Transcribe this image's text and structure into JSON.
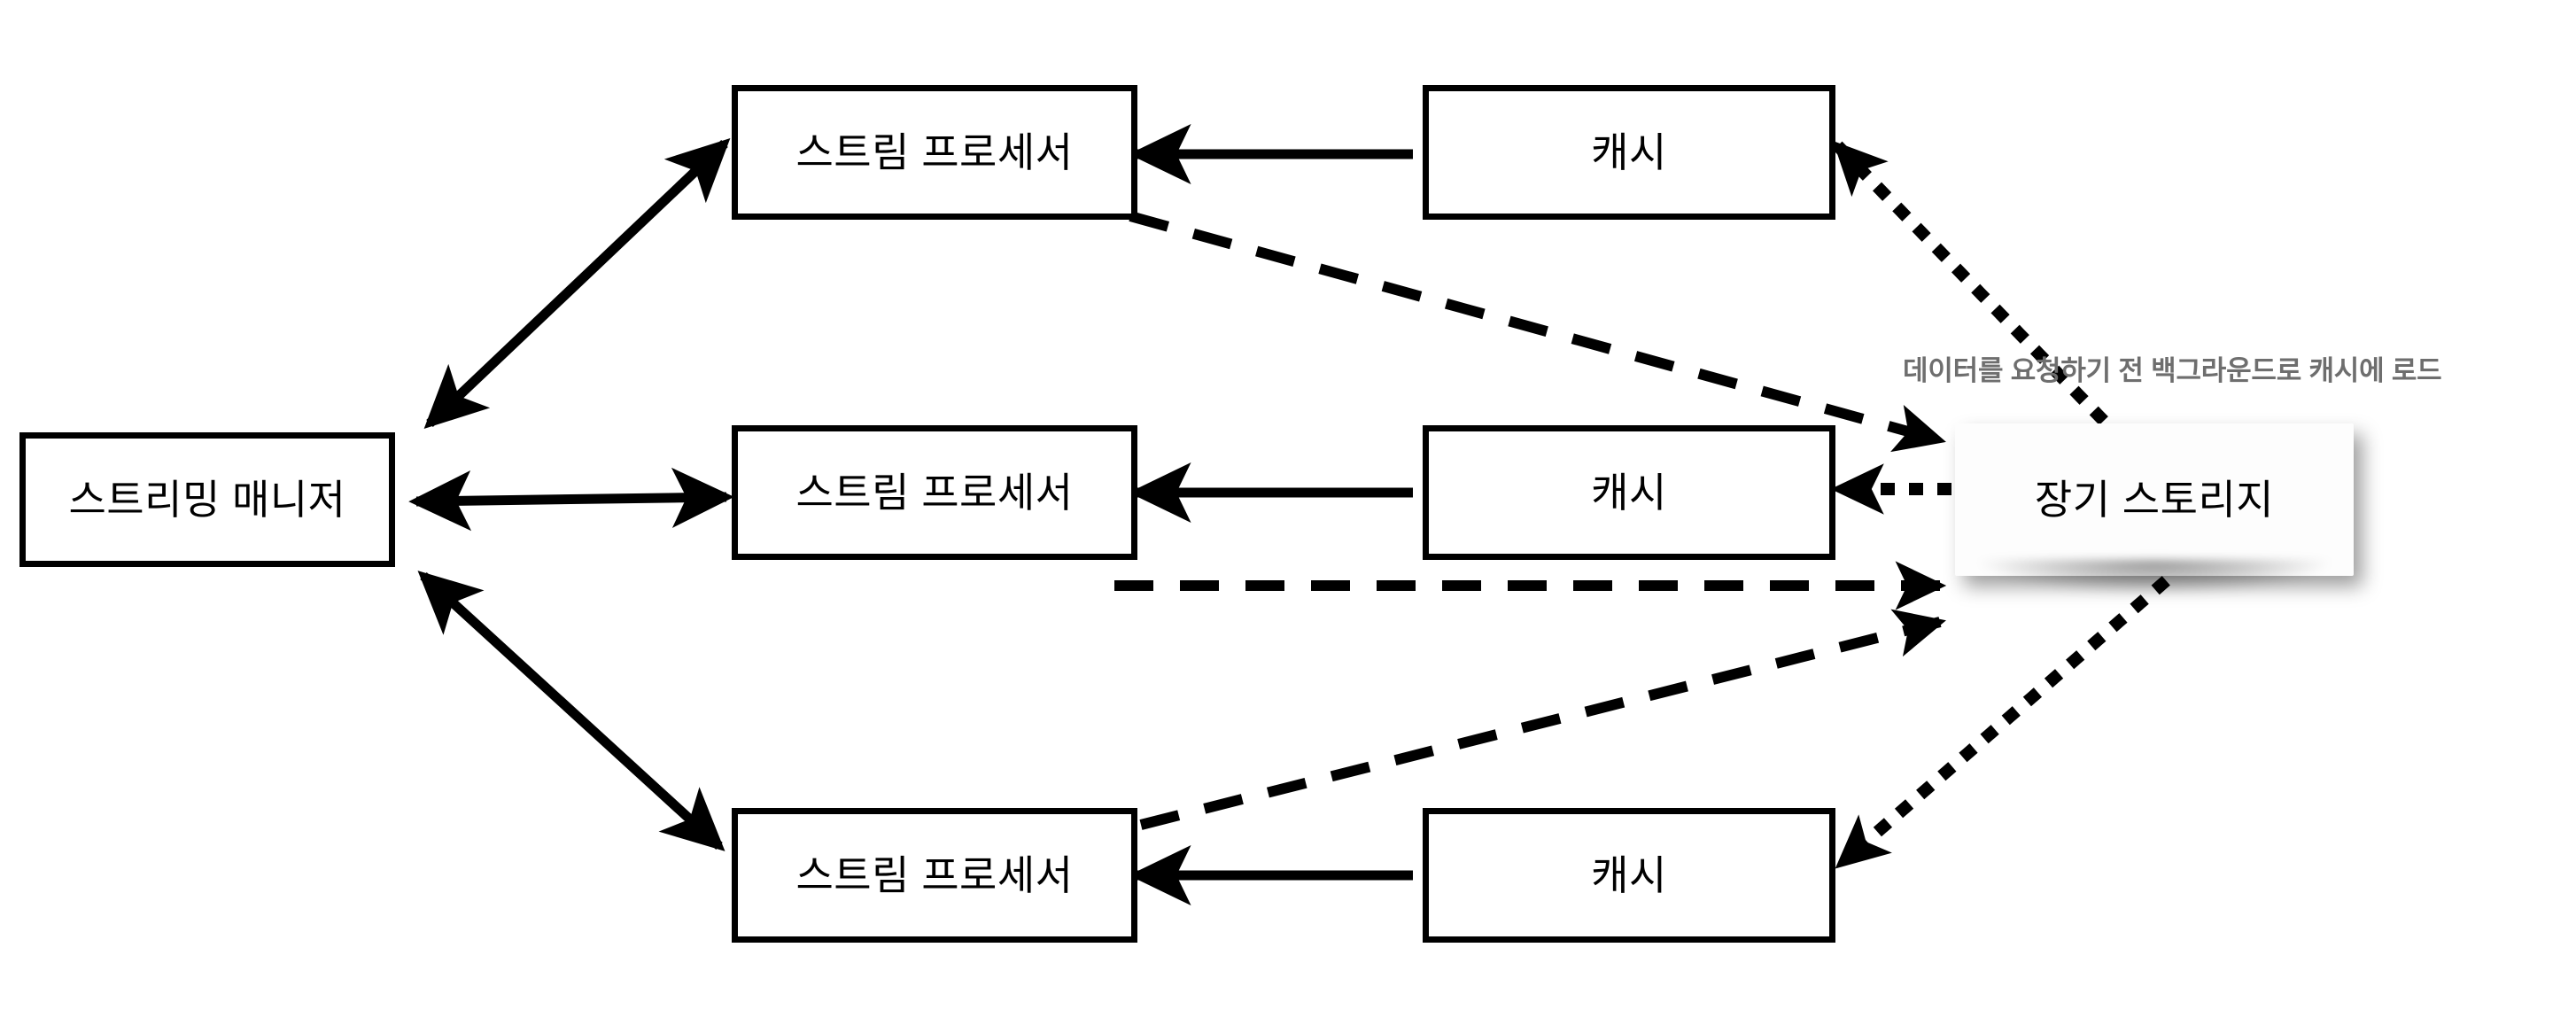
{
  "diagram": {
    "title_text": "",
    "background_color": "#ffffff",
    "stroke_color": "#000000",
    "annotation_color": "#6e6e6e",
    "nodes": {
      "streaming_manager": {
        "label": "스트리밍 매니저"
      },
      "stream_processor_1": {
        "label": "스트림 프로세서"
      },
      "stream_processor_2": {
        "label": "스트림 프로세서"
      },
      "stream_processor_3": {
        "label": "스트림 프로세서"
      },
      "cache_1": {
        "label": "캐시"
      },
      "cache_2": {
        "label": "캐시"
      },
      "cache_3": {
        "label": "캐시"
      },
      "long_term_storage": {
        "label": "장기 스토리지"
      }
    },
    "annotations": {
      "prefetch_note": "데이터를 요청하기 전 백그라운드로 캐시에 로드"
    },
    "edges": [
      {
        "name": "manager-to-processor-1",
        "style": "solid",
        "arrows": "both"
      },
      {
        "name": "manager-to-processor-2",
        "style": "solid",
        "arrows": "both"
      },
      {
        "name": "manager-to-processor-3",
        "style": "solid",
        "arrows": "both"
      },
      {
        "name": "cache-1-to-processor-1",
        "style": "solid",
        "arrows": "end"
      },
      {
        "name": "cache-2-to-processor-2",
        "style": "solid",
        "arrows": "end"
      },
      {
        "name": "cache-3-to-processor-3",
        "style": "solid",
        "arrows": "end"
      },
      {
        "name": "processor-1-to-storage",
        "style": "dashed",
        "arrows": "end"
      },
      {
        "name": "processor-2-to-storage",
        "style": "dashed",
        "arrows": "end"
      },
      {
        "name": "processor-3-to-storage",
        "style": "dashed",
        "arrows": "end"
      },
      {
        "name": "storage-to-cache-1",
        "style": "dotted",
        "arrows": "end"
      },
      {
        "name": "storage-to-cache-2",
        "style": "dotted",
        "arrows": "end"
      },
      {
        "name": "storage-to-cache-3",
        "style": "dotted",
        "arrows": "end"
      }
    ]
  }
}
